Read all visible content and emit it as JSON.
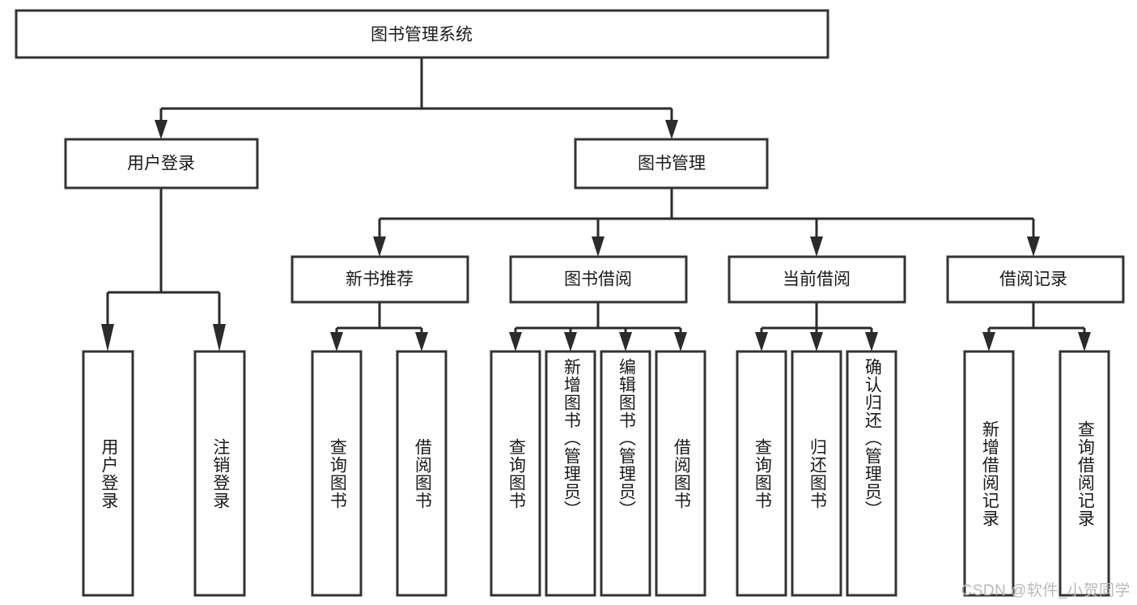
{
  "diagram": {
    "title": "图书管理系统",
    "watermark": "CSDN @软件_小贺同学",
    "root": {
      "label": "图书管理系统"
    },
    "level2": [
      {
        "label": "用户登录"
      },
      {
        "label": "图书管理"
      }
    ],
    "level3": [
      {
        "label": "新书推荐"
      },
      {
        "label": "图书借阅"
      },
      {
        "label": "当前借阅"
      },
      {
        "label": "借阅记录"
      }
    ],
    "leaves": {
      "user_login": [
        {
          "label": "用户登录"
        },
        {
          "label": "注销登录"
        }
      ],
      "new_book_recommend": [
        {
          "label": "查询图书"
        },
        {
          "label": "借阅图书"
        }
      ],
      "book_borrow": [
        {
          "label": "查询图书"
        },
        {
          "label": "新增图书（管理员）"
        },
        {
          "label": "编辑图书（管理员）"
        },
        {
          "label": "借阅图书"
        }
      ],
      "current_borrow": [
        {
          "label": "查询图书"
        },
        {
          "label": "归还图书"
        },
        {
          "label": "确认归还（管理员）"
        }
      ],
      "borrow_record": [
        {
          "label": "新增借阅记录"
        },
        {
          "label": "查询借阅记录"
        }
      ]
    }
  },
  "chart_data": {
    "type": "diagram",
    "subtype": "tree-hierarchy",
    "title": "图书管理系统",
    "orientation": "top-down",
    "nodes": [
      {
        "id": "root",
        "label": "图书管理系统",
        "level": 0
      },
      {
        "id": "user-login",
        "label": "用户登录",
        "level": 1
      },
      {
        "id": "book-manage",
        "label": "图书管理",
        "level": 1
      },
      {
        "id": "new-book",
        "label": "新书推荐",
        "level": 2
      },
      {
        "id": "book-borrow",
        "label": "图书借阅",
        "level": 2
      },
      {
        "id": "current-borrow",
        "label": "当前借阅",
        "level": 2
      },
      {
        "id": "borrow-record",
        "label": "借阅记录",
        "level": 2
      },
      {
        "id": "leaf-user-login",
        "label": "用户登录",
        "level": 3
      },
      {
        "id": "leaf-logout",
        "label": "注销登录",
        "level": 3
      },
      {
        "id": "leaf-query-book-1",
        "label": "查询图书",
        "level": 3
      },
      {
        "id": "leaf-borrow-book-1",
        "label": "借阅图书",
        "level": 3
      },
      {
        "id": "leaf-query-book-2",
        "label": "查询图书",
        "level": 3
      },
      {
        "id": "leaf-add-book",
        "label": "新增图书（管理员）",
        "level": 3
      },
      {
        "id": "leaf-edit-book",
        "label": "编辑图书（管理员）",
        "level": 3
      },
      {
        "id": "leaf-borrow-book-2",
        "label": "借阅图书",
        "level": 3
      },
      {
        "id": "leaf-query-book-3",
        "label": "查询图书",
        "level": 3
      },
      {
        "id": "leaf-return-book",
        "label": "归还图书",
        "level": 3
      },
      {
        "id": "leaf-confirm-return",
        "label": "确认归还（管理员）",
        "level": 3
      },
      {
        "id": "leaf-add-record",
        "label": "新增借阅记录",
        "level": 3
      },
      {
        "id": "leaf-query-record",
        "label": "查询借阅记录",
        "level": 3
      }
    ],
    "edges": [
      {
        "from": "root",
        "to": "user-login"
      },
      {
        "from": "root",
        "to": "book-manage"
      },
      {
        "from": "book-manage",
        "to": "new-book"
      },
      {
        "from": "book-manage",
        "to": "book-borrow"
      },
      {
        "from": "book-manage",
        "to": "current-borrow"
      },
      {
        "from": "book-manage",
        "to": "borrow-record"
      },
      {
        "from": "user-login",
        "to": "leaf-user-login"
      },
      {
        "from": "user-login",
        "to": "leaf-logout"
      },
      {
        "from": "new-book",
        "to": "leaf-query-book-1"
      },
      {
        "from": "new-book",
        "to": "leaf-borrow-book-1"
      },
      {
        "from": "book-borrow",
        "to": "leaf-query-book-2"
      },
      {
        "from": "book-borrow",
        "to": "leaf-add-book"
      },
      {
        "from": "book-borrow",
        "to": "leaf-edit-book"
      },
      {
        "from": "book-borrow",
        "to": "leaf-borrow-book-2"
      },
      {
        "from": "current-borrow",
        "to": "leaf-query-book-3"
      },
      {
        "from": "current-borrow",
        "to": "leaf-return-book"
      },
      {
        "from": "current-borrow",
        "to": "leaf-confirm-return"
      },
      {
        "from": "borrow-record",
        "to": "leaf-add-record"
      },
      {
        "from": "borrow-record",
        "to": "leaf-query-record"
      }
    ],
    "colors": {
      "box_fill": "#ffffff",
      "box_stroke": "#333333",
      "connector": "#2b2b2b",
      "text": "#1a1a1a",
      "watermark": "#b9b9b9"
    }
  }
}
